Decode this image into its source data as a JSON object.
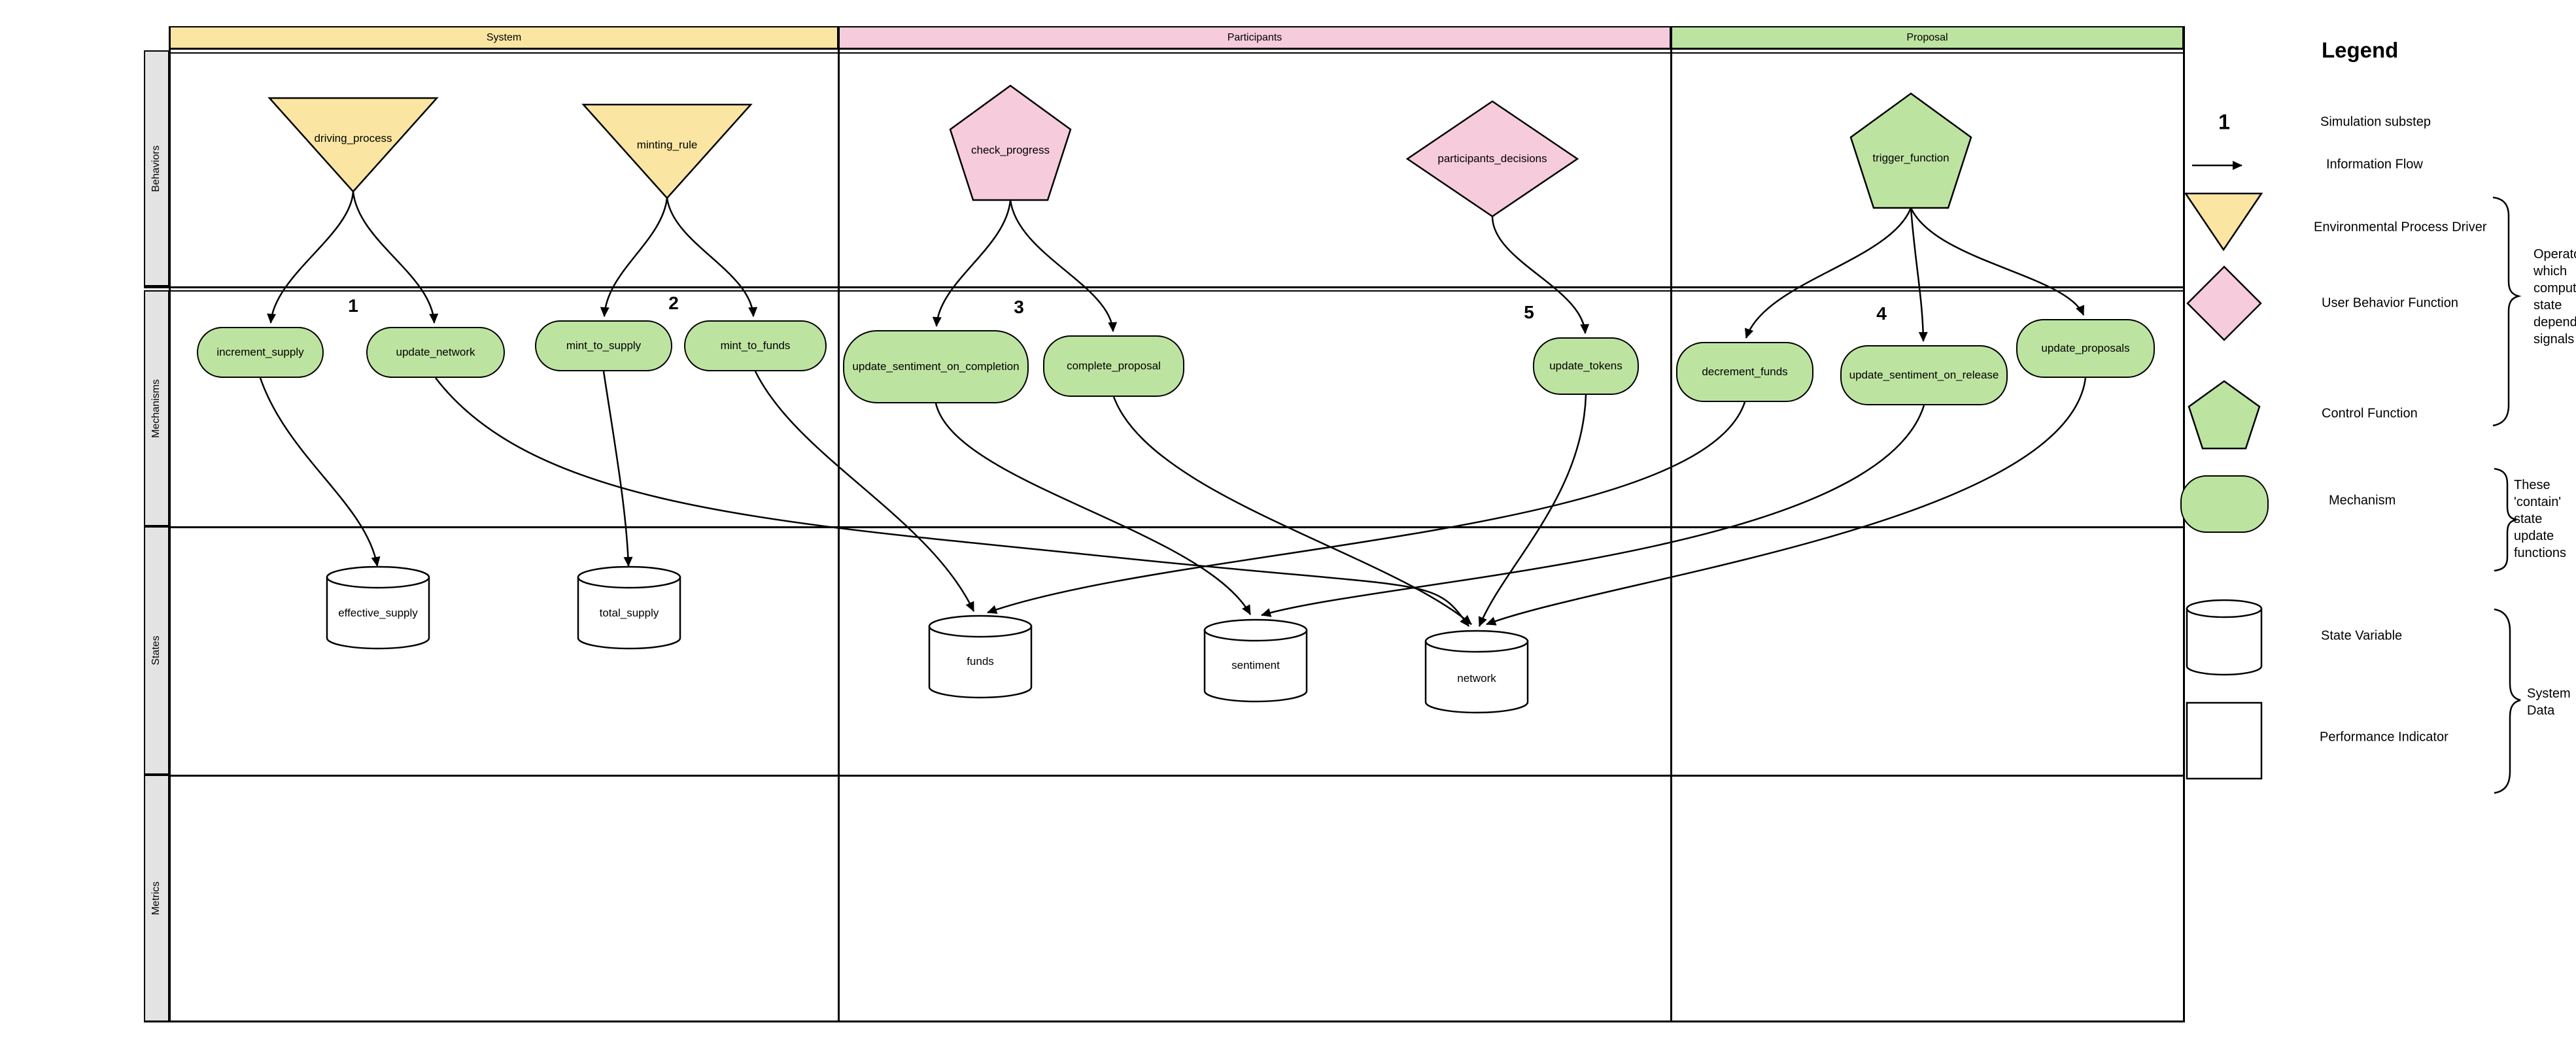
{
  "colors": {
    "yellow": "#FAE6A2",
    "pink": "#F6CBDB",
    "green": "#BDE3A1",
    "lane_bg": "#E3E3E3",
    "line": "#000000",
    "state_fill": "#FFFFFF"
  },
  "columns": [
    {
      "label": "System"
    },
    {
      "label": "Participants"
    },
    {
      "label": "Proposal"
    }
  ],
  "lanes": [
    {
      "label": "Behaviors"
    },
    {
      "label": "Mechanisms"
    },
    {
      "label": "States"
    },
    {
      "label": "Metrics"
    }
  ],
  "behaviors": [
    {
      "label": "driving_process",
      "shape": "triangle-down",
      "role": "environmental-process-driver",
      "column": "System"
    },
    {
      "label": "minting_rule",
      "shape": "triangle-down",
      "role": "environmental-process-driver",
      "column": "System"
    },
    {
      "label": "check_progress",
      "shape": "pentagon",
      "role": "control-function",
      "column": "Participants"
    },
    {
      "label": "participants_decisions",
      "shape": "diamond",
      "role": "user-behavior-function",
      "column": "Participants"
    },
    {
      "label": "trigger_function",
      "shape": "pentagon",
      "role": "control-function",
      "column": "Proposal"
    }
  ],
  "mechanisms": [
    {
      "label": "increment_supply"
    },
    {
      "label": "update_network"
    },
    {
      "label": "mint_to_supply"
    },
    {
      "label": "mint_to_funds"
    },
    {
      "label": "update_sentiment_on_completion"
    },
    {
      "label": "complete_proposal"
    },
    {
      "label": "update_tokens"
    },
    {
      "label": "decrement_funds"
    },
    {
      "label": "update_sentiment_on_release"
    },
    {
      "label": "update_proposals"
    }
  ],
  "states": [
    {
      "label": "effective_supply"
    },
    {
      "label": "total_supply"
    },
    {
      "label": "funds"
    },
    {
      "label": "sentiment"
    },
    {
      "label": "network"
    }
  ],
  "substeps": [
    {
      "value": "1",
      "column": "System"
    },
    {
      "value": "2",
      "column": "System"
    },
    {
      "value": "3",
      "column": "Participants"
    },
    {
      "value": "5",
      "column": "Participants"
    },
    {
      "value": "4",
      "column": "Proposal"
    }
  ],
  "flows": [
    {
      "from": "driving_process",
      "to": "increment_supply"
    },
    {
      "from": "driving_process",
      "to": "update_network"
    },
    {
      "from": "minting_rule",
      "to": "mint_to_supply"
    },
    {
      "from": "minting_rule",
      "to": "mint_to_funds"
    },
    {
      "from": "check_progress",
      "to": "update_sentiment_on_completion"
    },
    {
      "from": "check_progress",
      "to": "complete_proposal"
    },
    {
      "from": "participants_decisions",
      "to": "update_tokens"
    },
    {
      "from": "trigger_function",
      "to": "decrement_funds"
    },
    {
      "from": "trigger_function",
      "to": "update_sentiment_on_release"
    },
    {
      "from": "trigger_function",
      "to": "update_proposals"
    },
    {
      "from": "increment_supply",
      "to": "effective_supply"
    },
    {
      "from": "mint_to_supply",
      "to": "total_supply"
    },
    {
      "from": "update_network",
      "to": "network"
    },
    {
      "from": "mint_to_funds",
      "to": "funds"
    },
    {
      "from": "update_sentiment_on_completion",
      "to": "sentiment"
    },
    {
      "from": "complete_proposal",
      "to": "network"
    },
    {
      "from": "update_tokens",
      "to": "network"
    },
    {
      "from": "decrement_funds",
      "to": "funds"
    },
    {
      "from": "update_sentiment_on_release",
      "to": "sentiment"
    },
    {
      "from": "update_proposals",
      "to": "network"
    }
  ],
  "legend": {
    "title": "Legend",
    "number_sample": "1",
    "items": [
      {
        "icon": "number",
        "label": "Simulation substep"
      },
      {
        "icon": "arrow-icon",
        "label": "Information Flow"
      },
      {
        "icon": "triangle-down-icon",
        "label": "Environmental Process Driver"
      },
      {
        "icon": "diamond-icon",
        "label": "User Behavior Function"
      },
      {
        "icon": "pentagon-icon",
        "label": "Control Function"
      },
      {
        "icon": "mechanism-icon",
        "label": "Mechanism"
      },
      {
        "icon": "cylinder-icon",
        "label": "State Variable"
      },
      {
        "icon": "square-icon",
        "label": "Performance Indicator"
      }
    ],
    "annotations": [
      {
        "lines": [
          "Operato",
          "which",
          "compute",
          "state",
          "depende",
          "signals"
        ]
      },
      {
        "lines": [
          "These",
          "'contain'",
          "state",
          "update",
          "functions"
        ]
      },
      {
        "lines": [
          "System",
          "Data"
        ]
      }
    ]
  }
}
